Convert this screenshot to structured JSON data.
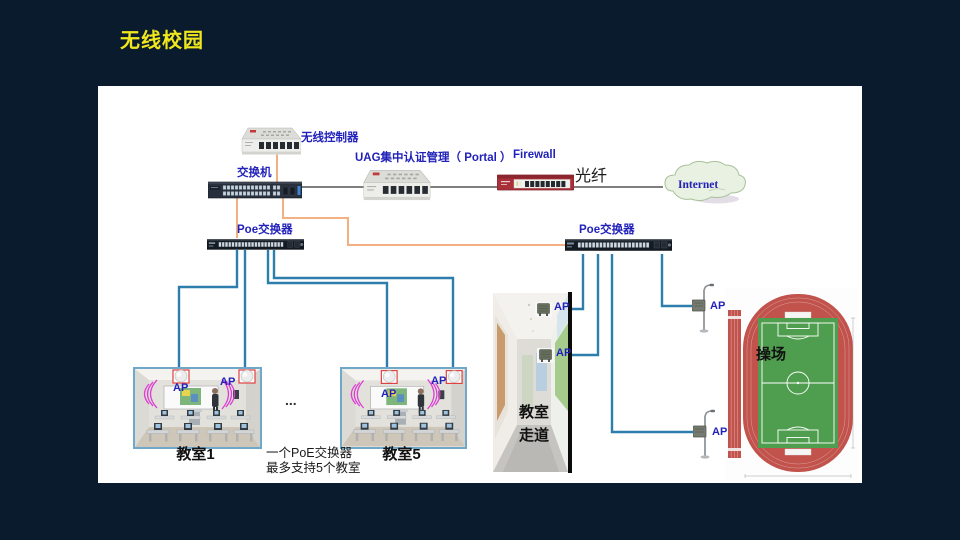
{
  "slide": {
    "title": "无线校园"
  },
  "colors": {
    "background": "#0a1b2e",
    "panel_bg": "#ffffff",
    "title_text": "#f0e71c",
    "label_blue": "#2222bb",
    "line_orange": "#f3b183",
    "line_teal": "#2d7dad",
    "line_dark": "#555555",
    "wifi_magenta": "#dd3fd4",
    "ap_red": "#e04040",
    "track_red": "#c2524c",
    "pitch_green": "#4f9e4f",
    "firewall_red": "#a93039"
  },
  "network": {
    "wireless_controller_label": "无线控制器",
    "switch_label": "交换机",
    "uag_label": "UAG集中认证管理（ Portal ）",
    "firewall_label": "Firewall",
    "fiber_label": "光纤",
    "internet_label": "Internet",
    "poe_left_label": "Poe交换器",
    "poe_right_label": "Poe交换器",
    "ap_label": "AP"
  },
  "areas": {
    "classroom1_label": "教室1",
    "classroom5_label": "教室5",
    "ellipsis": "...",
    "note_line1": "一个PoE交换器",
    "note_line2": "最多支持5个教室",
    "corridor_label_line1": "教室",
    "corridor_label_line2": "走道",
    "field_label": "操场"
  }
}
